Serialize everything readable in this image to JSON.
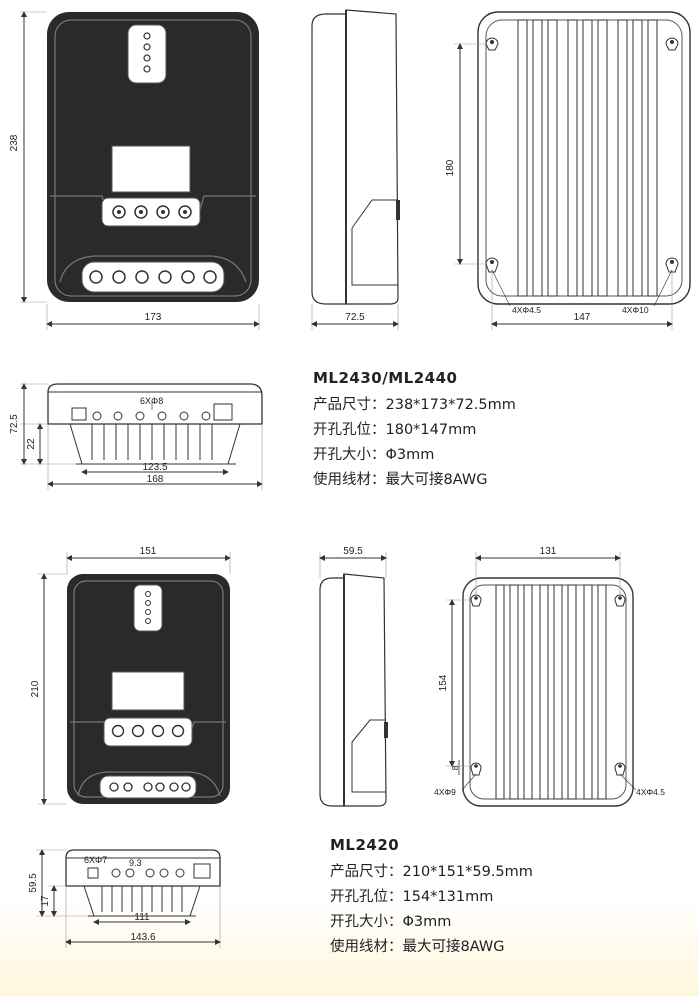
{
  "top": {
    "front": {
      "height": "238",
      "width": "173"
    },
    "side": {
      "depth": "72.5"
    },
    "back": {
      "hole_spacing_v": "180",
      "hole_spacing_h": "147",
      "upper_holes": "4XΦ4.5",
      "lower_holes": "4XΦ10"
    },
    "bottom": {
      "depth": "72.5",
      "base": "22",
      "holes": "6XΦ8",
      "inner_width": "123.5",
      "width": "168"
    },
    "spec": {
      "model": "ML2430/ML2440",
      "rows": [
        {
          "label": "产品尺寸：",
          "value": "238*173*72.5mm"
        },
        {
          "label": "开孔孔位：",
          "value": "180*147mm"
        },
        {
          "label": "开孔大小：",
          "value": "Φ3mm"
        },
        {
          "label": "使用线材：",
          "value": "最大可接8AWG"
        }
      ]
    }
  },
  "bottom_unit": {
    "front": {
      "height": "210",
      "width": "151"
    },
    "side": {
      "depth": "59.5"
    },
    "back": {
      "hole_spacing_v": "154",
      "hole_spacing_h": "131",
      "small_dim": "8",
      "left_holes": "4XΦ9",
      "right_holes": "4XΦ4.5"
    },
    "bottom": {
      "depth": "59.5",
      "base": "17",
      "holes": "6XΦ7",
      "pitch": "9.3",
      "inner_width": "111",
      "width": "143.6"
    },
    "spec": {
      "model": "ML2420",
      "rows": [
        {
          "label": "产品尺寸：",
          "value": "210*151*59.5mm"
        },
        {
          "label": "开孔孔位：",
          "value": "154*131mm"
        },
        {
          "label": "开孔大小：",
          "value": "Φ3mm"
        },
        {
          "label": "使用线材：",
          "value": "最大可接8AWG"
        }
      ]
    }
  },
  "colors": {
    "body": "#2a2a2a",
    "line": "#333333",
    "background_tint": "#fff6dc"
  }
}
